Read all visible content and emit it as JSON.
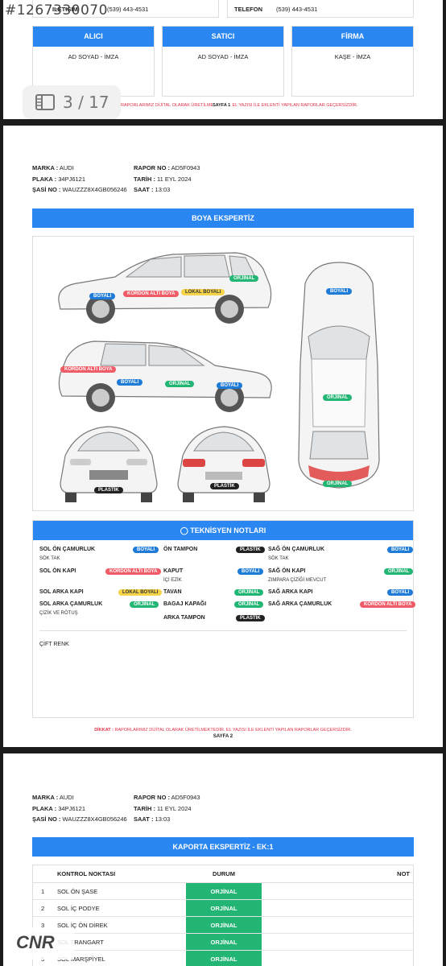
{
  "watermark": "#1267330070",
  "page_counter": "3 / 17",
  "top_contact": {
    "label1": "ILETIŞIM",
    "value1": "(539) 443-4531",
    "label2": "TELEFON",
    "value2": "(539) 443-4531"
  },
  "signatures": [
    {
      "title": "ALICI",
      "sub": "AD SOYAD - İMZA"
    },
    {
      "title": "SATICI",
      "sub": "AD SOYAD - İMZA"
    },
    {
      "title": "FİRMA",
      "sub": "KAŞE - İMZA"
    }
  ],
  "footer1": {
    "text": "RAPORLARIMIZ DİJİTAL OLARAK ÜRETİLMEKTEDİR. EL YAZISI İLE EKLENTİ YAPILAN RAPORLAR GEÇERSİZDİR.",
    "page": "SAYFA 1"
  },
  "vehicle": {
    "marka_label": "MARKA :",
    "marka": "AUDI",
    "plaka_label": "PLAKA :",
    "plaka": "34PJ6121",
    "sasi_label": "ŞASİ NO :",
    "sasi": "WAUZZZ8X4GB056246",
    "rapor_label": "RAPOR NO :",
    "rapor": "AD5F0943",
    "tarih_label": "TARİH :",
    "tarih": "11 EYL 2024",
    "saat_label": "SAAT :",
    "saat": "13:03"
  },
  "boya_title": "BOYA EKSPERTİZ",
  "diagram_labels": {
    "side1_boyali": "BOYALI",
    "side1_kordon": "KORDON ALTI BOYA",
    "side1_lokal": "LOKAL BOYALI",
    "side1_orj": "ORJİNAL",
    "side2_kordon": "KORDON ALTI BOYA",
    "side2_boyali": "BOYALI",
    "side2_orj": "ORJİNAL",
    "side2_boyali2": "BOYALI",
    "front_plastik": "PLASTİK",
    "rear_plastik": "PLASTİK",
    "top_boyali": "BOYALI",
    "top_orj": "ORJİNAL",
    "top_orj2": "ORJİNAL"
  },
  "notes_title": "TEKNİSYEN NOTLARI",
  "notes": {
    "sol_on_camurluk": "SOL ÖN ÇAMURLUK",
    "sol_on_camurluk_status": "BOYALI",
    "sol_on_camurluk_sub": "SÖK TAK",
    "sol_on_kapi": "SOL ÖN KAPI",
    "sol_on_kapi_status": "KORDON ALTI BOYA",
    "sol_arka_kapi": "SOL ARKA KAPI",
    "sol_arka_kapi_status": "LOKAL BOYALI",
    "sol_arka_camurluk": "SOL ARKA ÇAMURLUK",
    "sol_arka_camurluk_status": "ORJİNAL",
    "sol_arka_camurluk_sub": "ÇİZİK VE RÖTUŞ",
    "on_tampon": "ÖN TAMPON",
    "on_tampon_status": "PLASTİK",
    "kaput": "KAPUT",
    "kaput_status": "BOYALI",
    "kaput_sub": "İÇİ EZİK",
    "tavan": "TAVAN",
    "tavan_status": "ORJİNAL",
    "bagaj": "BAGAJ KAPAĞI",
    "bagaj_status": "ORJİNAL",
    "arka_tampon": "ARKA TAMPON",
    "arka_tampon_status": "PLASTİK",
    "sag_on_camurluk": "SAĞ ÖN ÇAMURLUK",
    "sag_on_camurluk_status": "BOYALI",
    "sag_on_camurluk_sub": "SÖK TAK",
    "sag_on_kapi": "SAĞ ÖN KAPI",
    "sag_on_kapi_status": "ORJİNAL",
    "sag_on_kapi_sub": "ZIMPARA ÇİZİĞİ MEVCUT",
    "sag_arka_kapi": "SAĞ ARKA KAPI",
    "sag_arka_kapi_status": "BOYALI",
    "sag_arka_camurluk": "SAĞ ARKA ÇAMURLUK",
    "sag_arka_camurluk_status": "KORDON ALTI BOYA",
    "general": "ÇİFT RENK"
  },
  "footer2": {
    "prefix": "DİKKAT :",
    "text": "RAPORLARIMIZ DİJİTAL OLARAK ÜRETİLMEKTEDİR. EL YAZISI İLE EKLENTİ YAPILAN RAPORLAR GEÇERSİZDİR.",
    "page": "SAYFA 2"
  },
  "kaporta_title": "KAPORTA EKSPERTİZ - EK:1",
  "table": {
    "headers": [
      "",
      "KONTROL NOKTASI",
      "DURUM",
      "NOT"
    ],
    "rows": [
      {
        "no": "1",
        "name": "SOL ÖN ŞASE",
        "status": "ORJİNAL"
      },
      {
        "no": "2",
        "name": "SOL İÇ PODYE",
        "status": "ORJİNAL"
      },
      {
        "no": "3",
        "name": "SOL İÇ ÖN DİREK",
        "status": "ORJİNAL"
      },
      {
        "no": "4",
        "name": "SOL TRANGART",
        "status": "ORJİNAL"
      },
      {
        "no": "5",
        "name": "SOL MARŞPİYEL",
        "status": "ORJİNAL"
      }
    ]
  },
  "logo": "CNR"
}
